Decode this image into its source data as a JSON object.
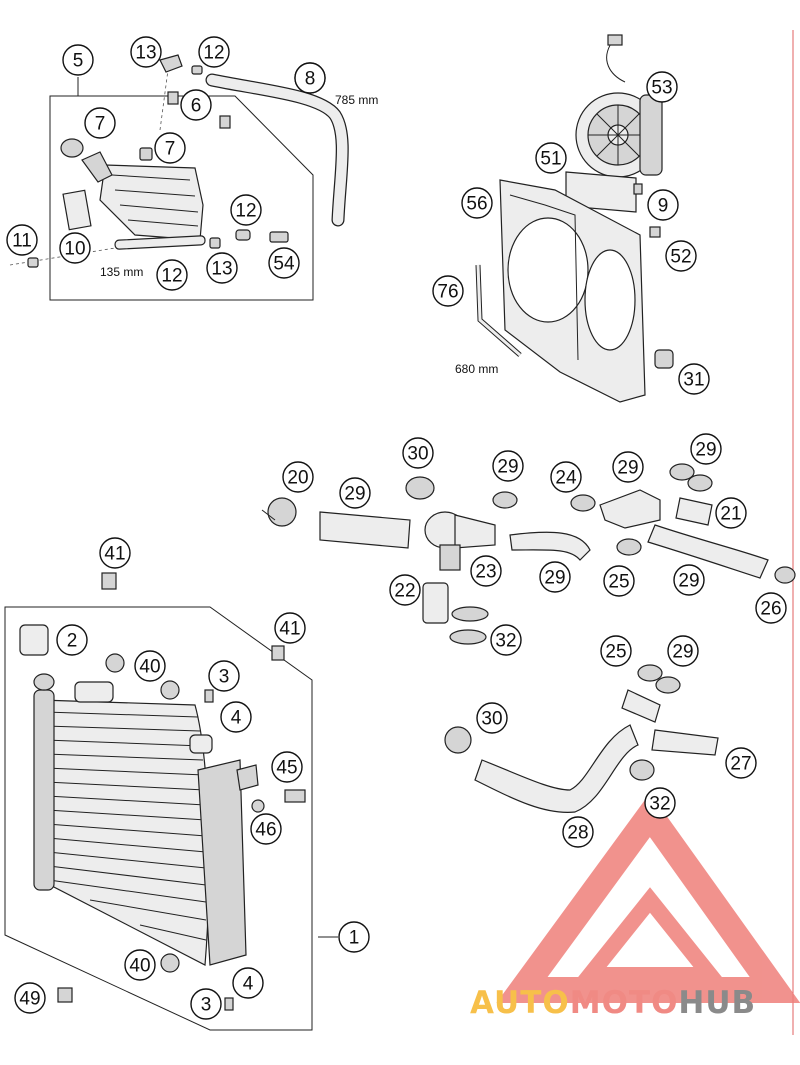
{
  "callouts": [
    {
      "label": "5"
    },
    {
      "label": "13"
    },
    {
      "label": "12"
    },
    {
      "label": "10"
    },
    {
      "label": "8"
    },
    {
      "label": "6"
    },
    {
      "label": "7"
    },
    {
      "label": "7"
    },
    {
      "label": "12"
    },
    {
      "label": "11"
    },
    {
      "label": "10"
    },
    {
      "label": "12"
    },
    {
      "label": "13"
    },
    {
      "label": "54"
    },
    {
      "label": "53"
    },
    {
      "label": "51"
    },
    {
      "label": "56"
    },
    {
      "label": "9"
    },
    {
      "label": "52"
    },
    {
      "label": "76"
    },
    {
      "label": "31"
    },
    {
      "label": "30"
    },
    {
      "label": "20"
    },
    {
      "label": "29"
    },
    {
      "label": "29"
    },
    {
      "label": "24"
    },
    {
      "label": "29"
    },
    {
      "label": "29"
    },
    {
      "label": "25"
    },
    {
      "label": "21"
    },
    {
      "label": "22"
    },
    {
      "label": "23"
    },
    {
      "label": "29"
    },
    {
      "label": "26"
    },
    {
      "label": "29"
    },
    {
      "label": "32"
    },
    {
      "label": "41"
    },
    {
      "label": "41"
    },
    {
      "label": "2"
    },
    {
      "label": "40"
    },
    {
      "label": "3"
    },
    {
      "label": "4"
    },
    {
      "label": "45"
    },
    {
      "label": "46"
    },
    {
      "label": "1"
    },
    {
      "label": "40"
    },
    {
      "label": "4"
    },
    {
      "label": "3"
    },
    {
      "label": "49"
    },
    {
      "label": "25"
    },
    {
      "label": "29"
    },
    {
      "label": "30"
    },
    {
      "label": "27"
    },
    {
      "label": "32"
    },
    {
      "label": "28"
    }
  ],
  "dimensions": {
    "hose_top": "785 mm",
    "hose_bottom": "135 mm",
    "cable": "680 mm"
  },
  "watermark": {
    "part1": "AUTO",
    "part2": "MOTO",
    "part3": "HUB",
    "color1": "#f7c04a",
    "color2": "#f08a84",
    "color3": "#8a8a8a"
  }
}
